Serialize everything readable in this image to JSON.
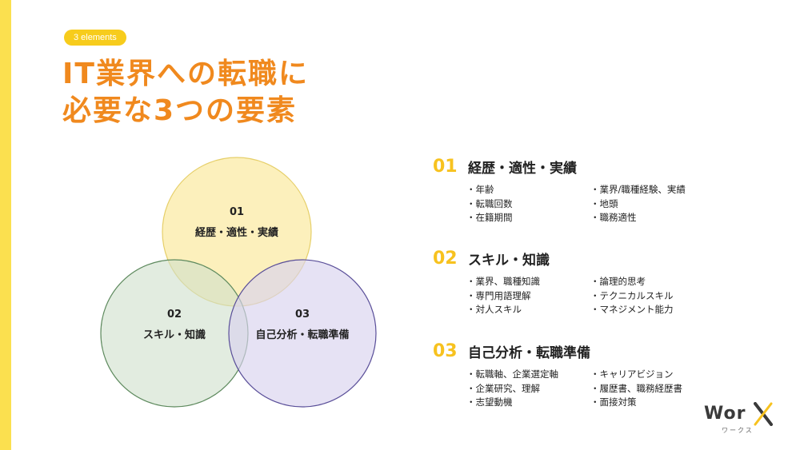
{
  "badge": "3 elements",
  "title": {
    "line1": "IT業界への転職に",
    "line2": "必要な3つの要素"
  },
  "colors": {
    "accent_orange": "#F0891E",
    "accent_yellow": "#F7C21F",
    "bar_yellow": "#FBE04F",
    "circle_yellow": "#FBEBA6",
    "circle_green": "#D6E5D4",
    "circle_purple": "#DDD7F0"
  },
  "venn": [
    {
      "num": "01",
      "label": "経歴・適性・実績"
    },
    {
      "num": "02",
      "label": "スキル・知識"
    },
    {
      "num": "03",
      "label": "自己分析・転職準備"
    }
  ],
  "categories": [
    {
      "num": "01",
      "title": "経歴・適性・実績",
      "left": [
        "年齢",
        "転職回数",
        "在籍期間"
      ],
      "right": [
        "業界/職種経験、実績",
        "地頭",
        "職務適性"
      ]
    },
    {
      "num": "02",
      "title": "スキル・知識",
      "left": [
        "業界、職種知識",
        "専門用語理解",
        "対人スキル"
      ],
      "right": [
        "論理的思考",
        "テクニカルスキル",
        "マネジメント能力"
      ]
    },
    {
      "num": "03",
      "title": "自己分析・転職準備",
      "left": [
        "転職軸、企業選定軸",
        "企業研究、理解",
        "志望動機"
      ],
      "right": [
        "キャリアビジョン",
        "履歴書、職務経歴書",
        "面接対策"
      ]
    }
  ],
  "logo": {
    "word": "Wor",
    "sub": "ワークス",
    "icon": "x-mark-icon"
  }
}
